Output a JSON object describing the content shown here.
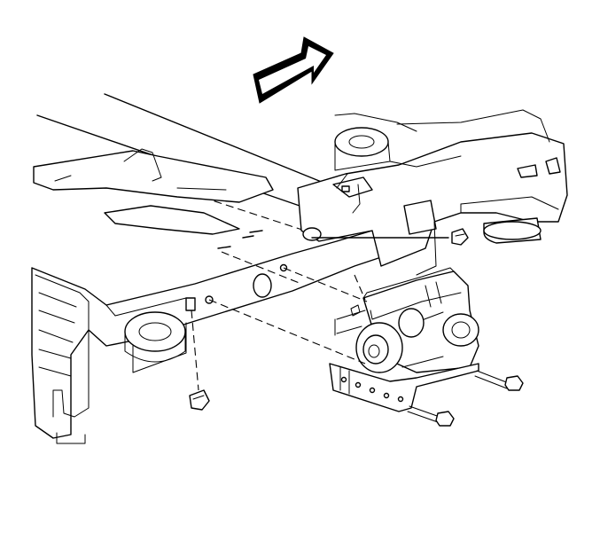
{
  "figure": {
    "background": "#ffffff",
    "line_color": "#000000",
    "components": [
      "direction-arrow",
      "vehicle-frame",
      "frame-crossmember",
      "hydraulic-pump-assembly",
      "mounting-bracket",
      "mounting-bolt",
      "mounting-bolt",
      "retaining-nut",
      "retaining-nut"
    ]
  }
}
